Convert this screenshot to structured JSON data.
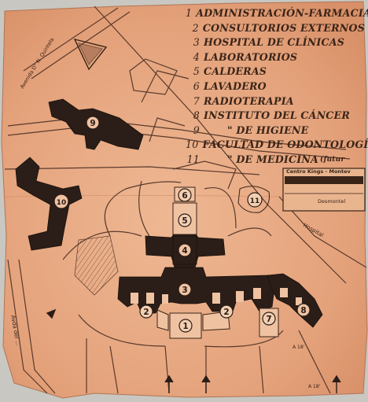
{
  "legend": [
    {
      "num": "1",
      "label": "Administración-Farmacia"
    },
    {
      "num": "2",
      "label": "Consultorios Externos"
    },
    {
      "num": "3",
      "label": "Hospital de Clínicas"
    },
    {
      "num": "4",
      "label": "Laboratorios"
    },
    {
      "num": "5",
      "label": "Calderas"
    },
    {
      "num": "6",
      "label": "Lavadero"
    },
    {
      "num": "7",
      "label": "Radioterapia"
    },
    {
      "num": "8",
      "label": "Instituto del Cáncer"
    },
    {
      "num": "9",
      "label": "\"    de Higiene"
    },
    {
      "num": "10",
      "label": "Facultad de Odontología"
    },
    {
      "num": "11",
      "label": "\"    de Medicina",
      "tail": "(futur"
    }
  ],
  "street_labels": {
    "top_left": "Avenida D° N. Quintela",
    "bottom_left": "Avda del ...",
    "right": "Hospital",
    "cartouche_top": "Centro Kings - Montev",
    "cartouche_bottom": "Desmontel",
    "corner_a": "A 18'",
    "corner_b": "A 18'"
  },
  "markers": [
    {
      "num": "1",
      "name": "administracion"
    },
    {
      "num": "2",
      "name": "consultorios-left"
    },
    {
      "num": "2",
      "name": "consultorios-right"
    },
    {
      "num": "3",
      "name": "hospital"
    },
    {
      "num": "4",
      "name": "laboratorios"
    },
    {
      "num": "5",
      "name": "calderas"
    },
    {
      "num": "6",
      "name": "lavadero"
    },
    {
      "num": "7",
      "name": "radioterapia"
    },
    {
      "num": "8",
      "name": "instituto-cancer"
    },
    {
      "num": "9",
      "name": "higiene"
    },
    {
      "num": "10",
      "name": "odontologia"
    },
    {
      "num": "11",
      "name": "medicina-futura"
    }
  ],
  "colors": {
    "paper": "#e6a982",
    "paper_light": "#efc2a2",
    "ink": "#2b1d17",
    "line": "#5a3a2c"
  }
}
